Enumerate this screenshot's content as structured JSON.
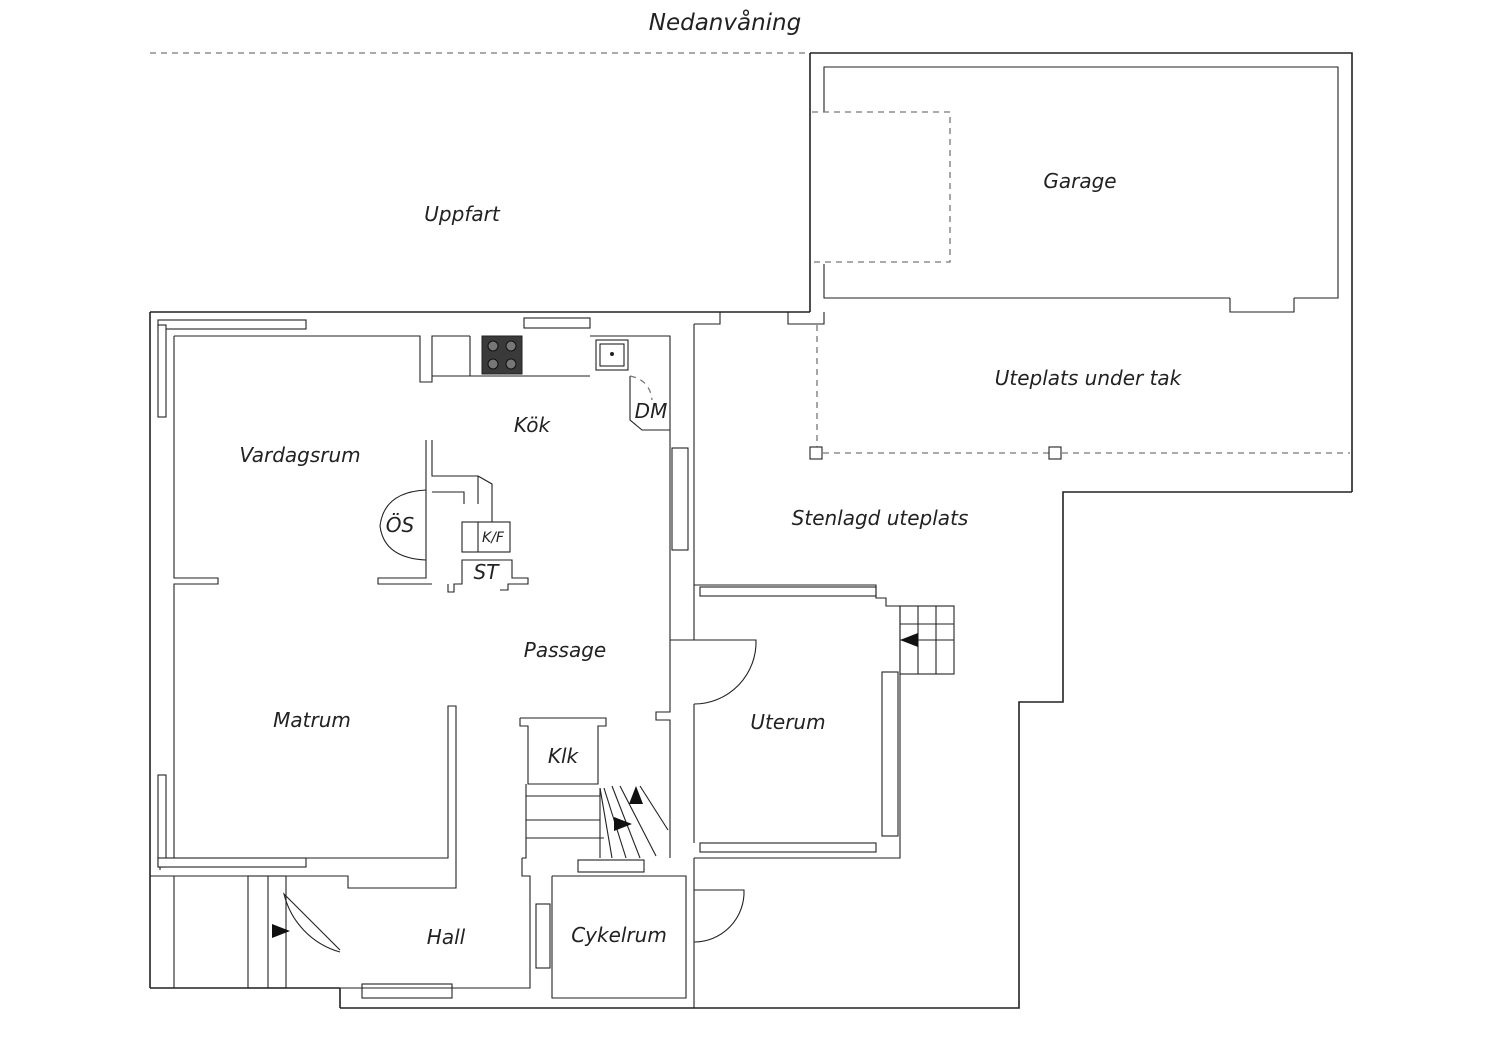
{
  "title": "Nedanvåning",
  "rooms": {
    "uppfart": "Uppfart",
    "garage": "Garage",
    "uteplats_under_tak": "Uteplats under tak",
    "stenlagd_uteplats": "Stenlagd uteplats",
    "kok": "Kök",
    "dm": "DM",
    "vardagsrum": "Vardagsrum",
    "os": "ÖS",
    "kf": "K/F",
    "st": "ST",
    "passage": "Passage",
    "matrum": "Matrum",
    "uterum": "Uterum",
    "klk": "Klk",
    "hall": "Hall",
    "cykelrum": "Cykelrum"
  },
  "colors": {
    "line": "#222222",
    "dashed": "#777777",
    "background": "#ffffff"
  }
}
